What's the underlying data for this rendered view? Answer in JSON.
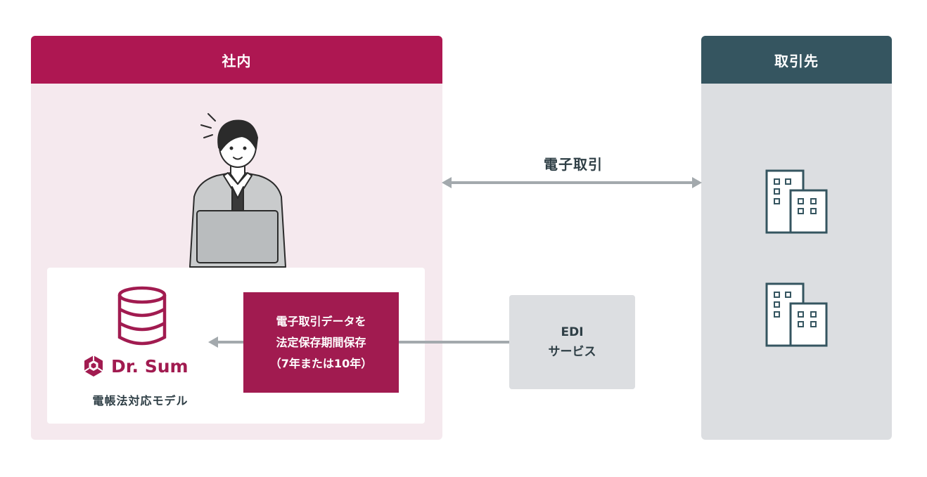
{
  "internal": {
    "header": "社内",
    "color": "#ae1752",
    "storage_line1": "電子取引データを",
    "storage_line2": "法定保存期間保存",
    "storage_line3": "（7年または10年）",
    "product_name": "Dr. Sum",
    "product_caption": "電帳法対応モデル"
  },
  "partner": {
    "header": "取引先",
    "color": "#355560"
  },
  "edge": {
    "label": "電子取引"
  },
  "edi": {
    "line1": "EDI",
    "line2": "サービス"
  },
  "icons": [
    "person-laptop-icon",
    "database-icon",
    "dr-sum-logo-icon",
    "building-icon"
  ]
}
